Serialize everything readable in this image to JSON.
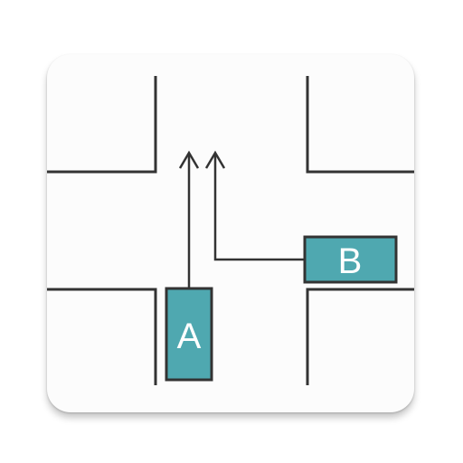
{
  "colors": {
    "card_background": "#fcfcfc",
    "road_edge": "#333333",
    "vehicle_fill": "#4fa8b0",
    "vehicle_label": "#ffffff"
  },
  "vehicles": [
    {
      "id": "a",
      "label": "A"
    },
    {
      "id": "b",
      "label": "B"
    }
  ],
  "icons": [
    "straight-arrow-icon",
    "turn-left-arrow-icon"
  ]
}
